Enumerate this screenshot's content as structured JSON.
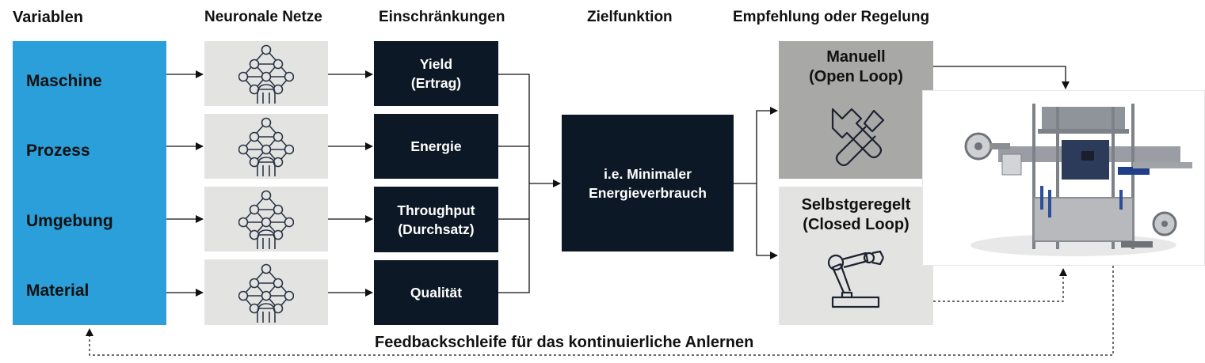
{
  "headers": {
    "variables": "Variablen",
    "neural_nets": "Neuronale Netze",
    "constraints": "Einschränkungen",
    "objective": "Zielfunktion",
    "recommendation": "Empfehlung oder Regelung"
  },
  "variables": [
    "Maschine",
    "Prozess",
    "Umgebung",
    "Material"
  ],
  "constraints": [
    "Yield\n(Ertrag)",
    "Energie",
    "Throughput\n(Durchsatz)",
    "Qualität"
  ],
  "objective": "i.e. Minimaler\nEnergieverbrauch",
  "modes": {
    "manual": "Manuell\n(Open Loop)",
    "closed": "Selbstgeregelt\n(Closed Loop)"
  },
  "feedback": "Feedbackschleife für das kontinuierliche Anlernen",
  "colors": {
    "variables_box": "#2a9fda",
    "neural_box": "#e3e4e2",
    "dark_box": "#0d1826",
    "manual_box": "#a8a8a7",
    "closed_box": "#e3e4e2"
  },
  "icons": {
    "neural": "neural-network-person-icon",
    "manual": "hammer-wrench-icon",
    "closed": "robot-arm-icon",
    "machine": "packaging-machine-illustration"
  }
}
